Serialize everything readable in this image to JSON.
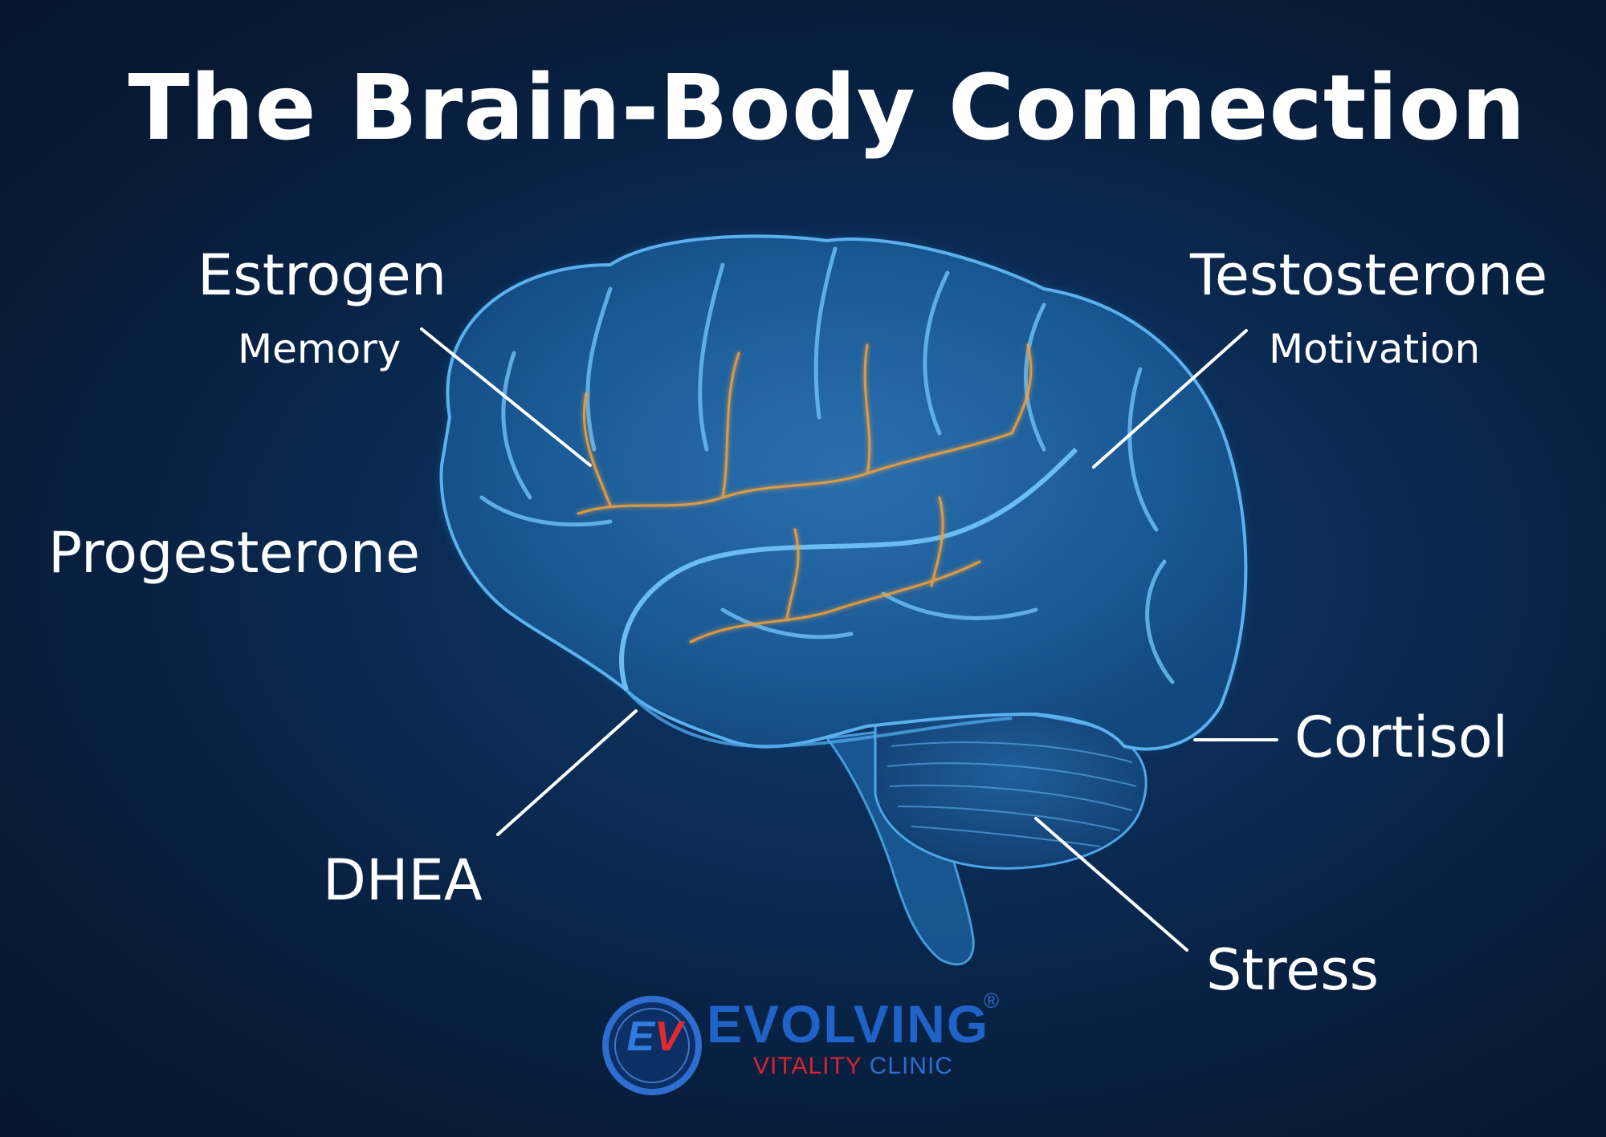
{
  "title": "The Brain-Body Connection",
  "labels": {
    "estrogen": "Estrogen",
    "memory": "Memory",
    "testosterone": "Testosterone",
    "motivation": "Motivation",
    "progesterone": "Progesterone",
    "cortisol": "Cortisol",
    "dhea": "DHEA",
    "stress": "Stress"
  },
  "logo": {
    "badge_e": "E",
    "badge_v": "V",
    "name": "EVOLVING",
    "registered": "®",
    "sub_a": "VITALITY",
    "sub_b": "CLINIC"
  },
  "colors": {
    "background": "#0a2a52",
    "brain": "#3a8fd0",
    "glow": "#f0a03c",
    "logo_blue": "#1f63c9",
    "logo_red": "#d7252f"
  }
}
